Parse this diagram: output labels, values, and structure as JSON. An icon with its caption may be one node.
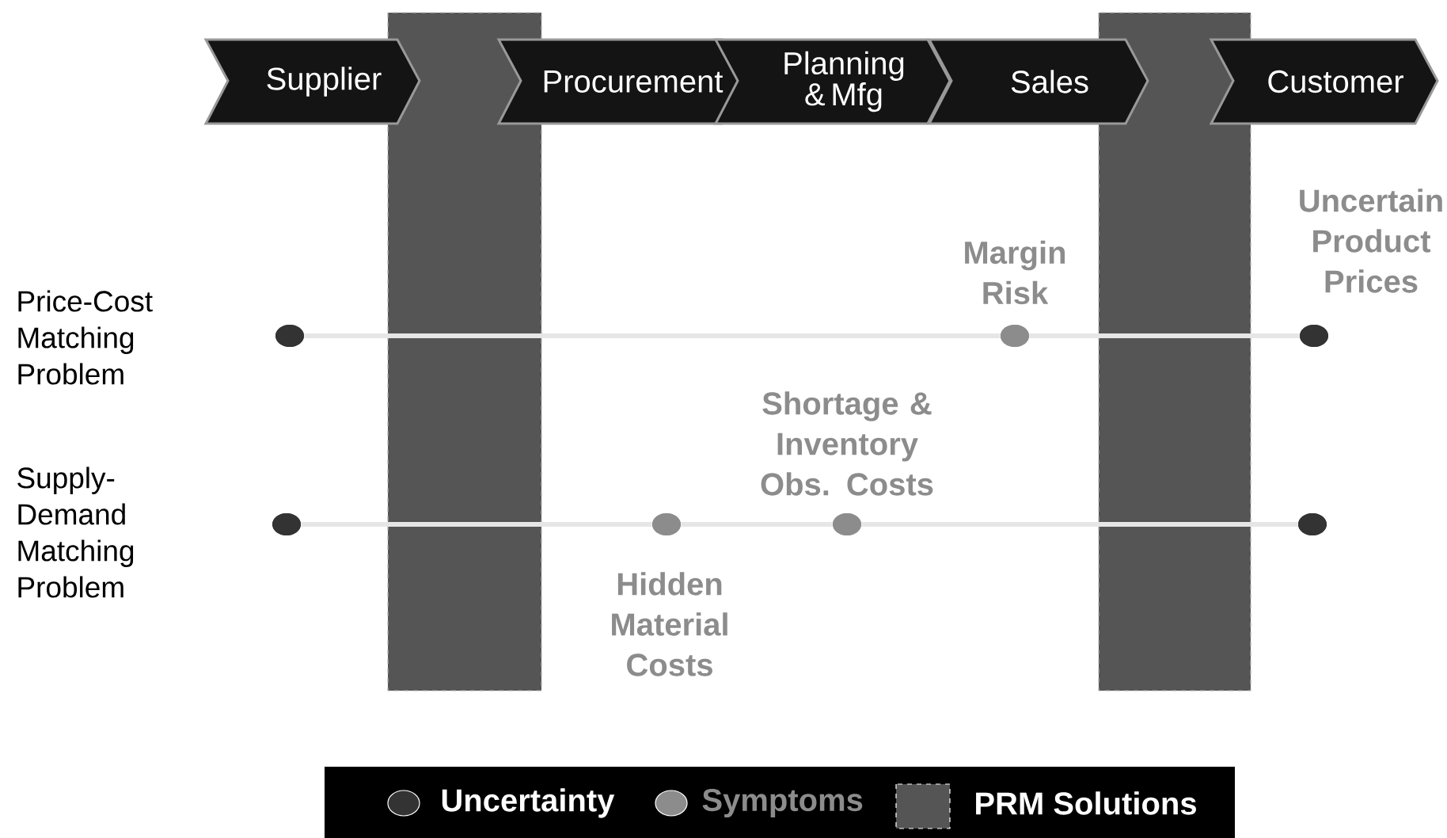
{
  "diagram": {
    "nodes": [
      {
        "text": [
          "Supplier"
        ]
      },
      {
        "text": [
          "Procurement"
        ]
      },
      {
        "text": [
          "Planning & Mfg"
        ]
      },
      {
        "text": [
          "Sales"
        ]
      },
      {
        "text": [
          "Customer"
        ]
      },
      {
        "text": [],
        "shape": "circle"
      },
      {
        "text": [],
        "shape": "circle",
        "beside": [
          "Margin Risk"
        ]
      },
      {
        "text": [],
        "shape": "circle",
        "beside": [
          "Uncertain Product Prices"
        ]
      },
      {
        "text": [],
        "shape": "circle"
      },
      {
        "text": [],
        "shape": "circle",
        "beside": [
          "Hidden Material Costs"
        ]
      },
      {
        "text": [],
        "shape": "circle",
        "beside": [
          "Shortage & Inventory Obs. Costs"
        ]
      },
      {
        "text": [],
        "shape": "circle"
      }
    ],
    "edges": [
      {
        "from": 5,
        "to": 6,
        "arrow": "none"
      },
      {
        "from": 6,
        "to": 7,
        "arrow": "none"
      },
      {
        "from": 8,
        "to": 9,
        "arrow": "none"
      },
      {
        "from": 9,
        "to": 10,
        "arrow": "none"
      },
      {
        "from": 10,
        "to": 11,
        "arrow": "none"
      }
    ],
    "labels": [
      "Price-Cost Matching Problem",
      "Supply-Demand Matching Problem"
    ],
    "legend": [
      {
        "text": "Uncertainty",
        "color": "#333333"
      },
      {
        "text": "Symptoms",
        "color": "#8c8c8c"
      },
      {
        "text": "PRM Solutions",
        "color": "#555555"
      }
    ]
  }
}
